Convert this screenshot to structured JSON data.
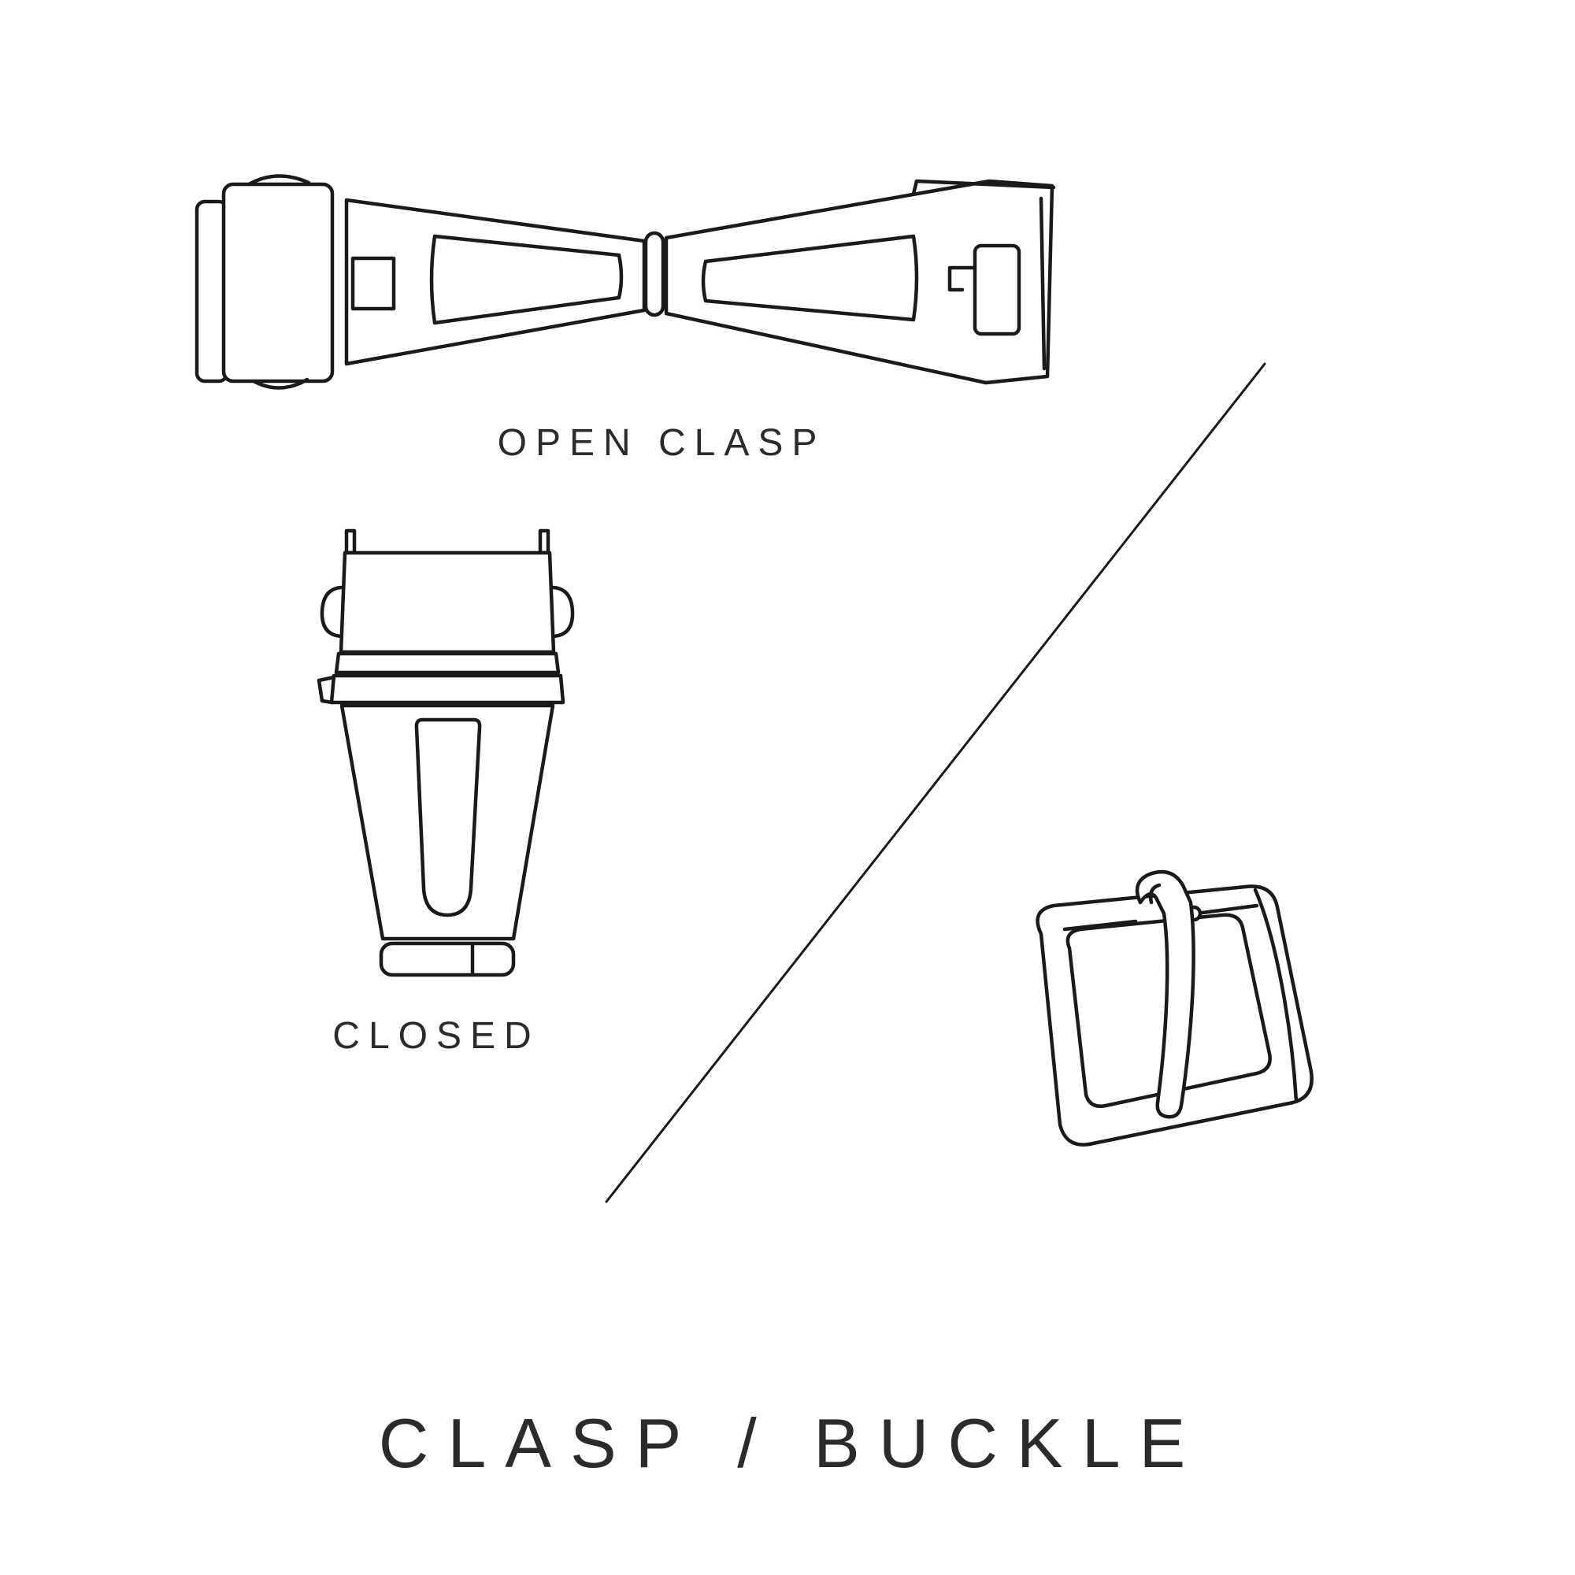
{
  "page": {
    "background": "#ffffff",
    "line_color": "#1a1a1a",
    "text_color": "#2b2b2b"
  },
  "title": "CLASP / BUCKLE",
  "labels": {
    "open_clasp": "OPEN CLASP",
    "closed": "CLOSED"
  },
  "illustrations": {
    "open_clasp": "open-clasp-illustration",
    "closed_clasp": "closed-clasp-illustration",
    "buckle": "buckle-illustration",
    "divider": "diagonal-divider-line"
  }
}
